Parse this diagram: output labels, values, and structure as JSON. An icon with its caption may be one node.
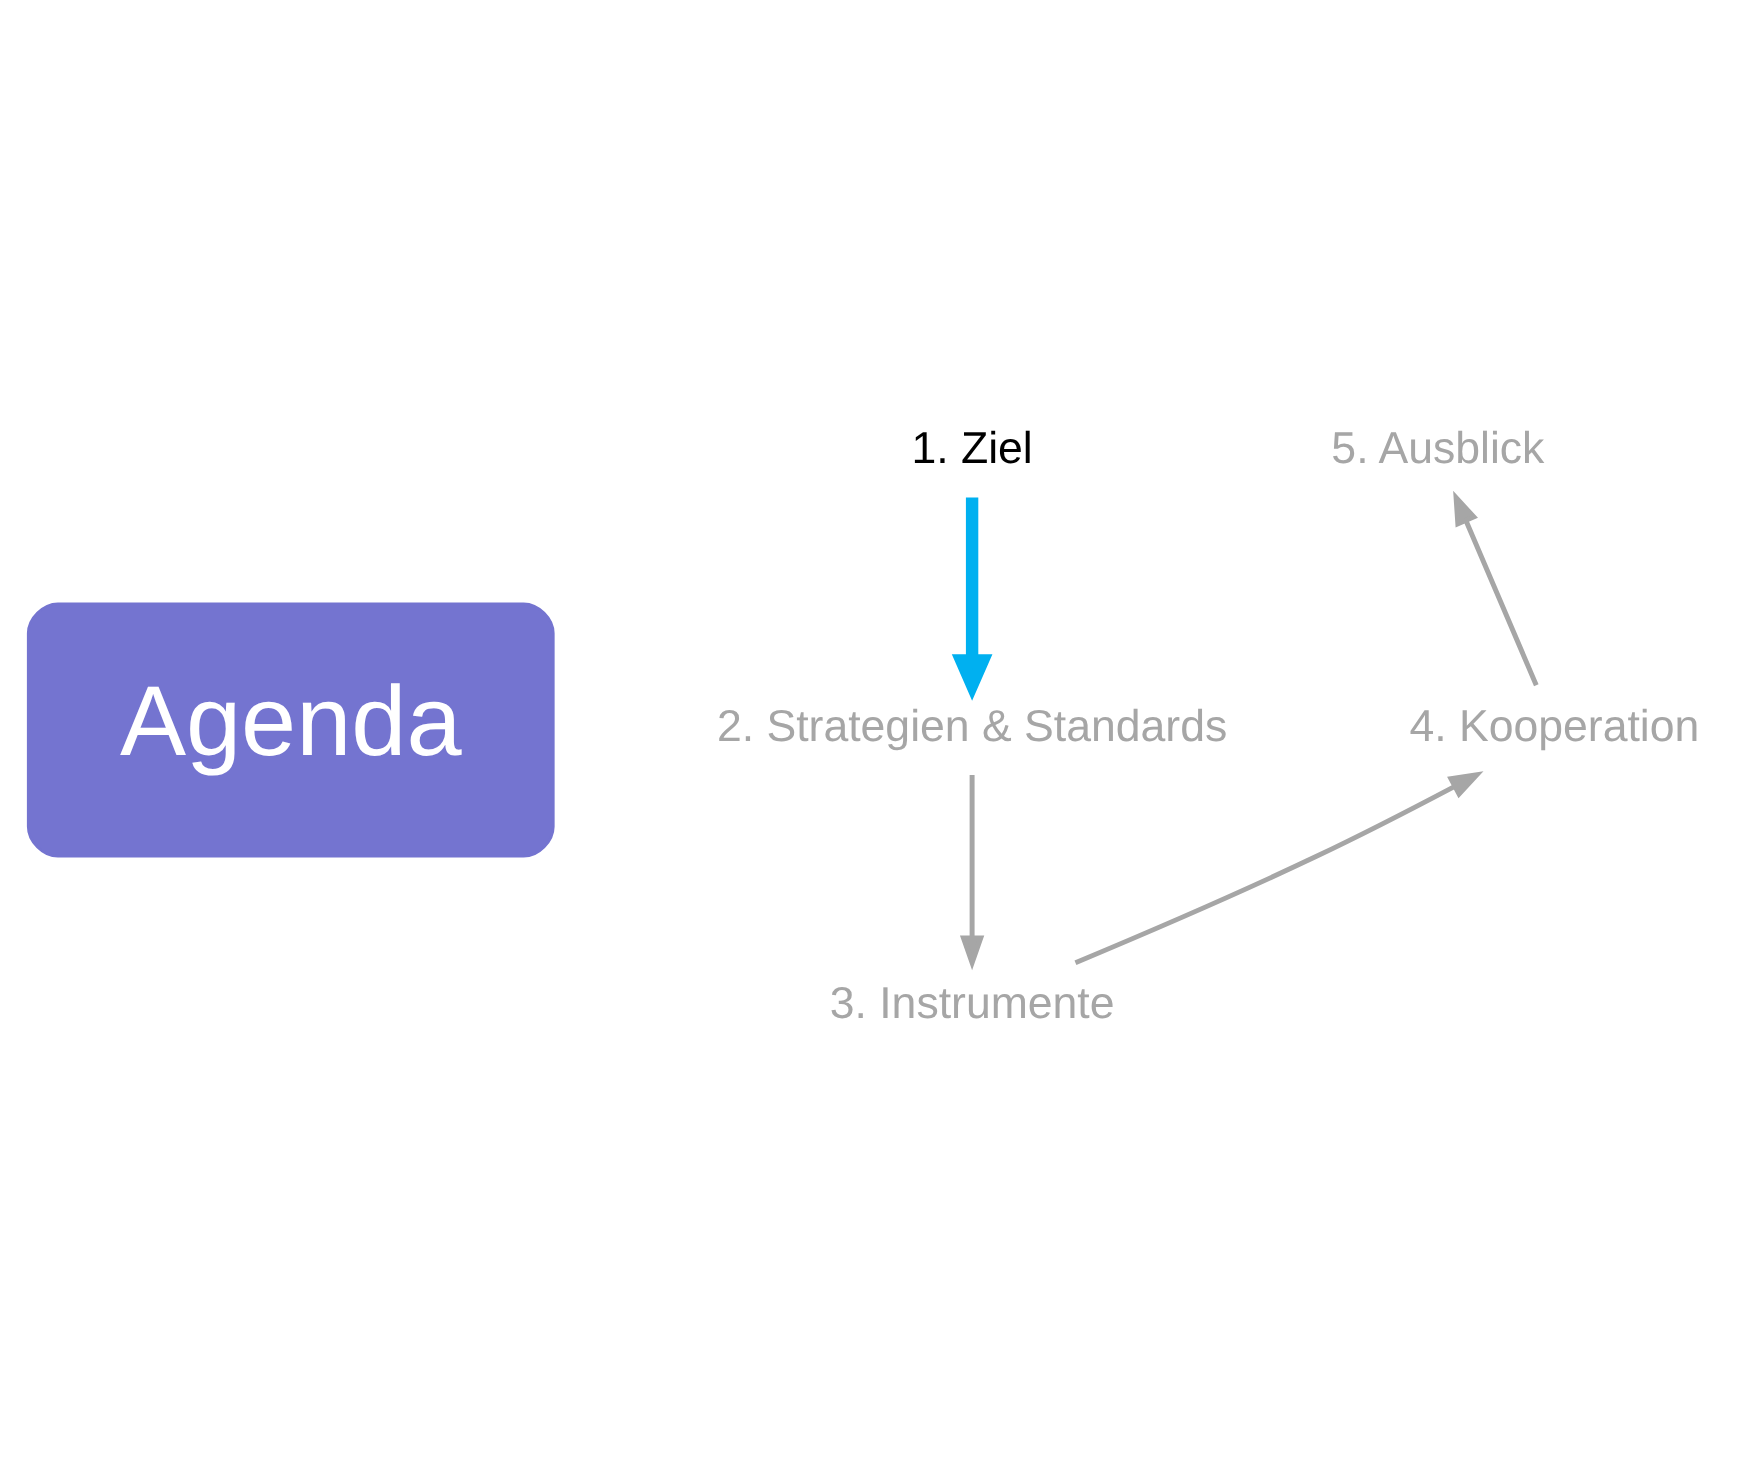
{
  "diagram": {
    "nodes": [
      {
        "text": [
          "Agenda"
        ]
      },
      {
        "text": [
          "1. Ziel"
        ]
      },
      {
        "text": [
          "2. Strategien & Standards"
        ]
      },
      {
        "text": [
          "3. Instrumente"
        ]
      },
      {
        "text": [
          "4. Kooperation"
        ]
      },
      {
        "text": [
          "5. Ausblick"
        ]
      }
    ],
    "edges": [
      {
        "from": 1,
        "to": 2,
        "arrow": "to",
        "style": "thick",
        "color": "#00b0f0"
      },
      {
        "from": 2,
        "to": 3,
        "arrow": "to"
      },
      {
        "from": 3,
        "to": 4,
        "arrow": "to"
      },
      {
        "from": 4,
        "to": 5,
        "arrow": "to"
      }
    ]
  }
}
